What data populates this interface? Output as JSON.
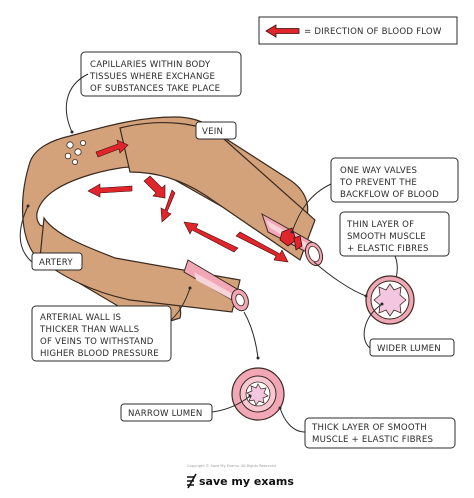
{
  "legend": {
    "text": "= DIRECTION  OF  BLOOD  FLOW"
  },
  "labels": {
    "capillaries": [
      "CAPILLARIES  WITHIN  BODY",
      "TISSUES  WHERE  EXCHANGE",
      "OF  SUBSTANCES  TAKE  PLACE"
    ],
    "vein": "VEIN",
    "valves": [
      "ONE  WAY  VALVES",
      "TO  PREVENT  THE",
      "BACKFLOW  OF  BLOOD"
    ],
    "thin_layer": [
      "THIN  LAYER  OF",
      "SMOOTH  MUSCLE",
      "+ ELASTIC  FIBRES"
    ],
    "artery": "ARTERY",
    "arterial_wall": [
      "ARTERIAL  WALL  IS",
      "THICKER  THAN  WALLS",
      "OF  VEINS  TO  WITHSTAND",
      "HIGHER  BLOOD  PRESSURE"
    ],
    "wider_lumen": "WIDER  LUMEN",
    "narrow_lumen": "NARROW  LUMEN",
    "thick_layer": [
      "THICK  LAYER  OF  SMOOTH",
      "MUSCLE  + ELASTIC  FIBRES"
    ]
  },
  "footer": {
    "copyright": "Copyright © Save My Exams. All Rights Reserved",
    "brand": "save my exams"
  },
  "colors": {
    "vessel": "#d4a27a",
    "vessel_outline": "#3a2a20",
    "wall_pink": "#f2a7b6",
    "wall_inner": "#f7d3da",
    "arrow_red": "#e0252b",
    "lumen_pink": "#f5c6e0",
    "tissue_dot": "#ffffff"
  },
  "icons": [
    "left-arrow-icon",
    "flow-arrow-icon",
    "valve-icon",
    "cross-section-icon",
    "save-my-exams-logo-icon"
  ]
}
